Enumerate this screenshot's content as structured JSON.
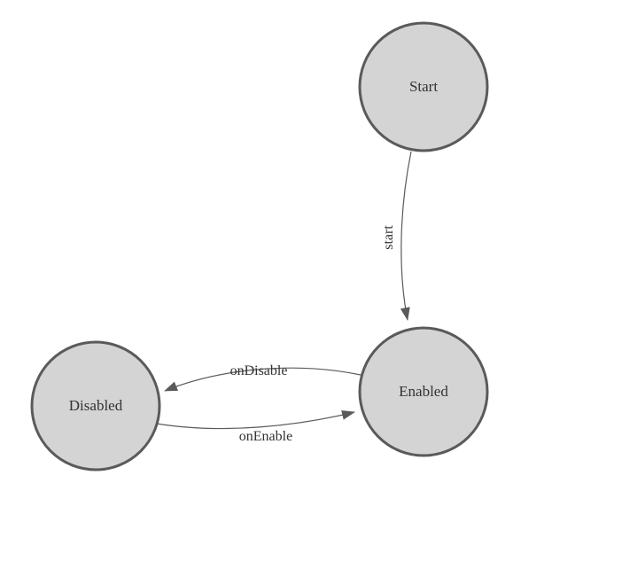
{
  "diagram": {
    "title": "state-machine-diagram",
    "nodes": [
      {
        "id": "start",
        "label": "Start"
      },
      {
        "id": "enabled",
        "label": "Enabled"
      },
      {
        "id": "disabled",
        "label": "Disabled"
      }
    ],
    "edges": [
      {
        "id": "start-to-enabled",
        "from": "start",
        "to": "enabled",
        "label": "start"
      },
      {
        "id": "enabled-to-disabled",
        "from": "enabled",
        "to": "disabled",
        "label": "onDisable"
      },
      {
        "id": "disabled-to-enabled",
        "from": "disabled",
        "to": "enabled",
        "label": "onEnable"
      }
    ],
    "colors": {
      "node_fill": "#d4d4d4",
      "node_stroke": "#5a5a5a",
      "edge_stroke": "#5a5a5a",
      "text": "#333333",
      "background": "#ffffff"
    }
  }
}
